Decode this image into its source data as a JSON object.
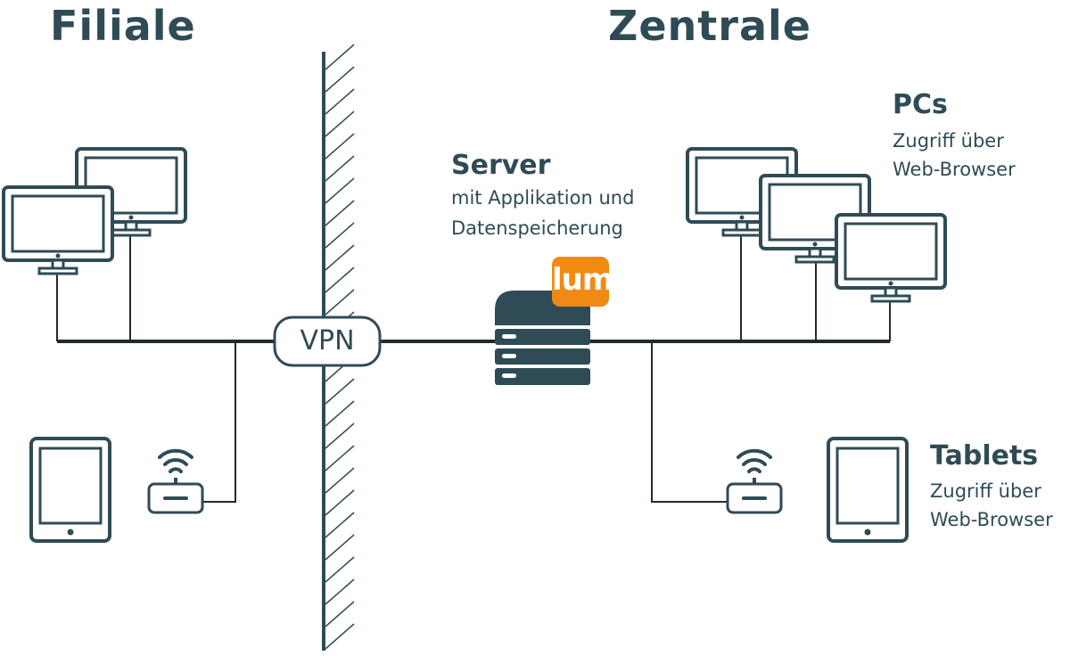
{
  "left_site": {
    "title": "Filiale"
  },
  "right_site": {
    "title": "Zentrale"
  },
  "server": {
    "title": "Server",
    "line1": "mit Applikation und",
    "line2": "Datenspeicherung",
    "logo_text": "lum"
  },
  "pcs": {
    "title": "PCs",
    "line1": "Zugriff über",
    "line2": "Web-Browser"
  },
  "tablets": {
    "title": "Tablets",
    "line1": "Zugriff über",
    "line2": "Web-Browser"
  },
  "vpn": {
    "label": "VPN"
  },
  "colors": {
    "primary": "#2f4b55",
    "logo": "#f08a12",
    "background": "#ffffff"
  }
}
